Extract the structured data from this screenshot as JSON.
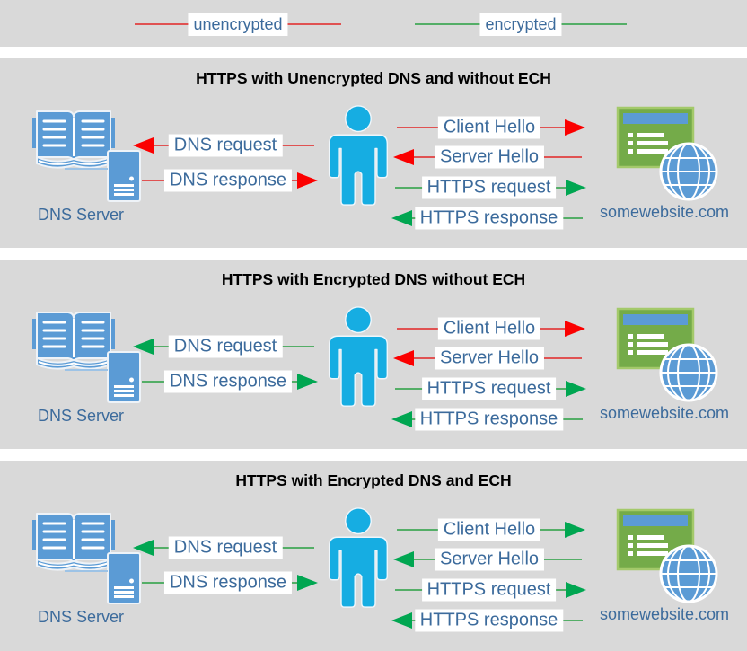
{
  "colors": {
    "panel_bg": "#d9d9d9",
    "page_bg": "#ffffff",
    "red_line": "#e05252",
    "red_head": "#fb0000",
    "green_line": "#54ae67",
    "green_head": "#00a651",
    "label_text": "#3c6b9c",
    "title_text": "#000000",
    "person_blue": "#16ade2",
    "icon_blue": "#5b9bd5",
    "site_green": "#74ab49"
  },
  "legend": {
    "items": [
      {
        "label": "unencrypted",
        "color": "red"
      },
      {
        "label": "encrypted",
        "color": "green"
      }
    ]
  },
  "panels": [
    {
      "title": "HTTPS with Unencrypted DNS and without ECH",
      "dns_server_label": "DNS Server",
      "website_label": "somewebsite.com",
      "arrows": {
        "dns_request": {
          "label": "DNS request",
          "color": "red",
          "direction": "left"
        },
        "dns_response": {
          "label": "DNS response",
          "color": "red",
          "direction": "right"
        },
        "client_hello": {
          "label": "Client Hello",
          "color": "red",
          "direction": "right"
        },
        "server_hello": {
          "label": "Server Hello",
          "color": "red",
          "direction": "left"
        },
        "https_request": {
          "label": "HTTPS request",
          "color": "green",
          "direction": "right"
        },
        "https_response": {
          "label": "HTTPS response",
          "color": "green",
          "direction": "left"
        }
      }
    },
    {
      "title": "HTTPS with Encrypted DNS without ECH",
      "dns_server_label": "DNS Server",
      "website_label": "somewebsite.com",
      "arrows": {
        "dns_request": {
          "label": "DNS request",
          "color": "green",
          "direction": "left"
        },
        "dns_response": {
          "label": "DNS response",
          "color": "green",
          "direction": "right"
        },
        "client_hello": {
          "label": "Client Hello",
          "color": "red",
          "direction": "right"
        },
        "server_hello": {
          "label": "Server Hello",
          "color": "red",
          "direction": "left"
        },
        "https_request": {
          "label": "HTTPS request",
          "color": "green",
          "direction": "right"
        },
        "https_response": {
          "label": "HTTPS response",
          "color": "green",
          "direction": "left"
        }
      }
    },
    {
      "title": "HTTPS with Encrypted DNS and ECH",
      "dns_server_label": "DNS Server",
      "website_label": "somewebsite.com",
      "arrows": {
        "dns_request": {
          "label": "DNS request",
          "color": "green",
          "direction": "left"
        },
        "dns_response": {
          "label": "DNS response",
          "color": "green",
          "direction": "right"
        },
        "client_hello": {
          "label": "Client Hello",
          "color": "green",
          "direction": "right"
        },
        "server_hello": {
          "label": "Server Hello",
          "color": "green",
          "direction": "left"
        },
        "https_request": {
          "label": "HTTPS request",
          "color": "green",
          "direction": "right"
        },
        "https_response": {
          "label": "HTTPS response",
          "color": "green",
          "direction": "left"
        }
      }
    }
  ]
}
